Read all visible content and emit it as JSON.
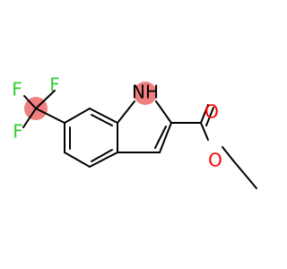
{
  "molecule": {
    "atoms": {
      "nh": {
        "label": "NH",
        "color": "#000000"
      },
      "f1": {
        "label": "F",
        "color": "#33cc33"
      },
      "f2": {
        "label": "F",
        "color": "#33cc33"
      },
      "f3": {
        "label": "F",
        "color": "#33cc33"
      },
      "o_carbonyl": {
        "label": "O",
        "color": "#ff0000"
      },
      "o_ester": {
        "label": "O",
        "color": "#ff0000"
      }
    },
    "highlight_color": "#f08080"
  }
}
